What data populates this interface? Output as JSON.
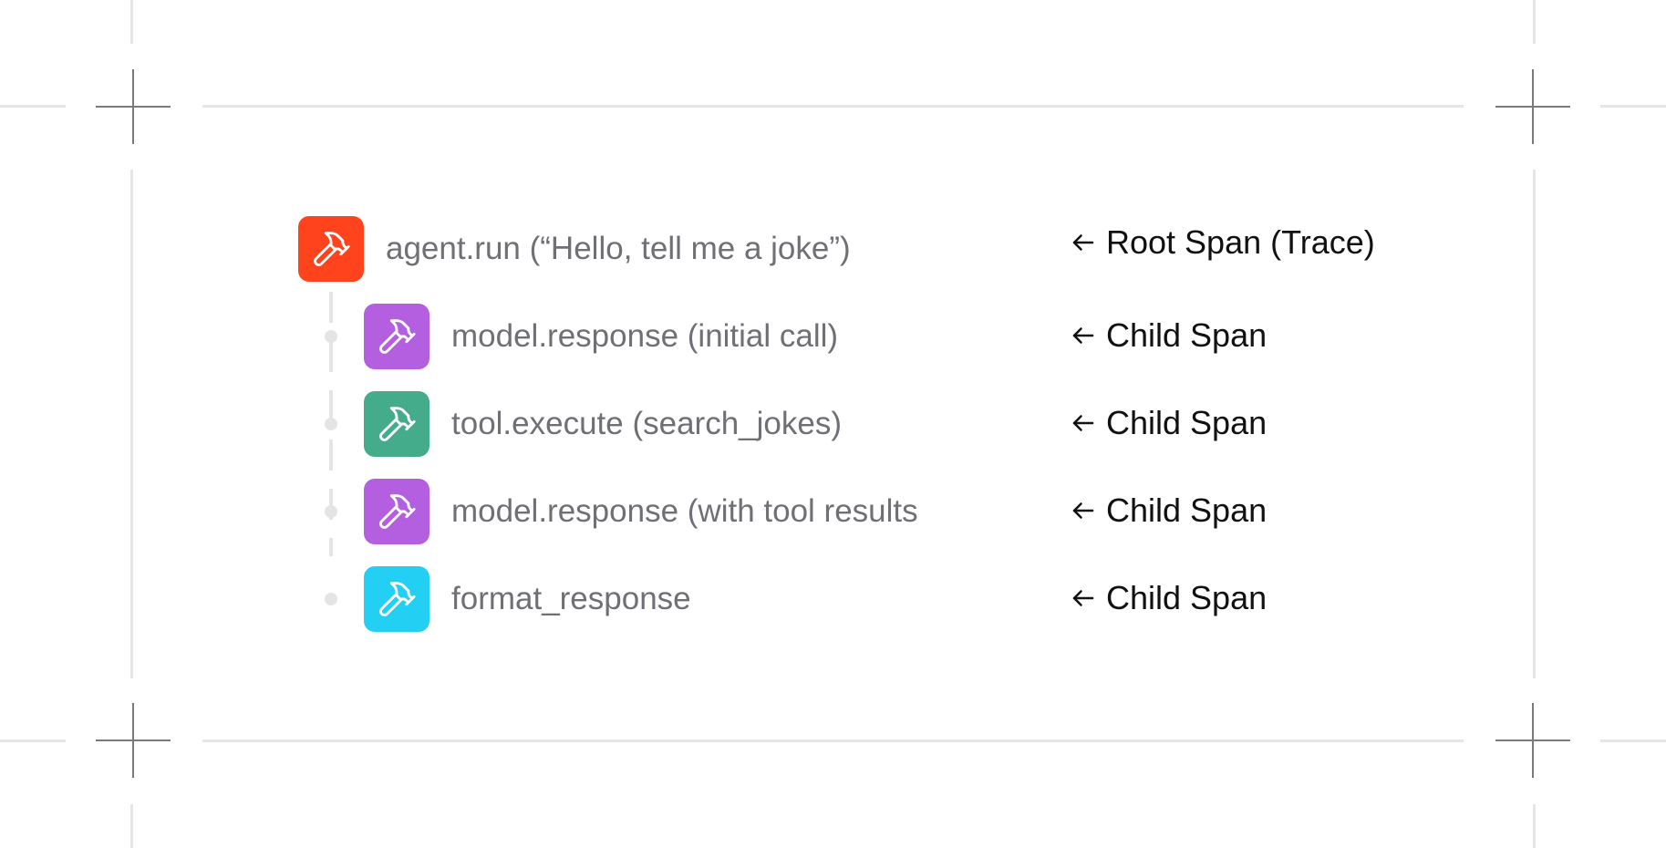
{
  "spans": [
    {
      "label": "agent.run (“Hello, tell me a joke”)",
      "color": "#ff431d",
      "icon": "hammer-icon",
      "level": 0,
      "note": "Root Span (Trace)"
    },
    {
      "label": "model.response (initial call)",
      "color": "#b45ee0",
      "icon": "hammer-icon",
      "level": 1,
      "note": "Child Span"
    },
    {
      "label": "tool.execute (search_jokes)",
      "color": "#45ac8b",
      "icon": "hammer-icon",
      "level": 1,
      "note": "Child Span"
    },
    {
      "label": "model.response (with tool results",
      "color": "#b45ee0",
      "icon": "hammer-icon",
      "level": 1,
      "note": "Child Span"
    },
    {
      "label": "format_response",
      "color": "#23d0f4",
      "icon": "hammer-icon",
      "level": 1,
      "note": "Child Span"
    }
  ],
  "note_icon": "arrow-left-icon",
  "guide_color": "#e6e6e6",
  "crosshair_color": "#7a7a7a"
}
